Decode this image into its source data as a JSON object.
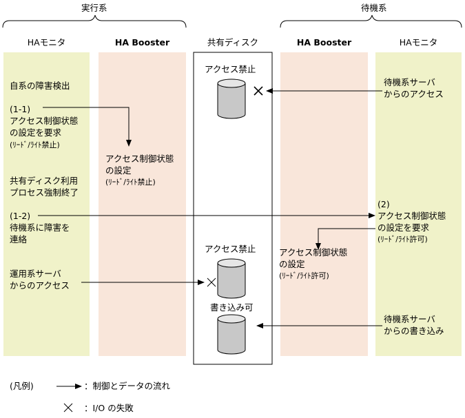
{
  "groups": {
    "active": "実行系",
    "standby": "待機系"
  },
  "columns": {
    "left_monitor": "HAモニタ",
    "left_booster": "HA Booster",
    "shared_disk": "共有ディスク",
    "right_booster": "HA Booster",
    "right_monitor": "HAモニタ"
  },
  "left_monitor": {
    "detect": "自系の障害検出",
    "step_1_1": "(1-1)\nアクセス制御状態\nの設定を要求",
    "step_1_1_note": "(ﾘｰﾄﾞ/ﾗｲﾄ禁止)",
    "force_stop": "共有ディスク利用\nプロセス強制終了",
    "step_1_2": "(1-2)\n待機系に障害を\n連絡",
    "active_access": "運用系サーバ\nからのアクセス"
  },
  "left_booster": {
    "set_state": "アクセス制御状態\nの設定",
    "set_state_note": "(ﾘｰﾄﾞ/ﾗｲﾄ禁止)"
  },
  "shared_disk": {
    "top_status": "アクセス禁止",
    "mid_status": "アクセス禁止",
    "bottom_status": "書き込み可"
  },
  "right_booster": {
    "set_state": "アクセス制御状態\nの設定",
    "set_state_note": "(ﾘｰﾄﾞ/ﾗｲﾄ許可)"
  },
  "right_monitor": {
    "standby_access": "待機系サーバ\nからのアクセス",
    "step_2": "(2)\nアクセス制御状態\nの設定を要求",
    "step_2_note": "(ﾘｰﾄﾞ/ﾗｲﾄ許可)",
    "standby_write": "待機系サーバ\nからの書き込み"
  },
  "legend": {
    "title": "(凡例)",
    "flow": "：制御とデータの流れ",
    "io_fail": "：I/O の失敗"
  },
  "colors": {
    "monitor_lane": "#F0F2C9",
    "booster_lane": "#F9E6DA"
  }
}
